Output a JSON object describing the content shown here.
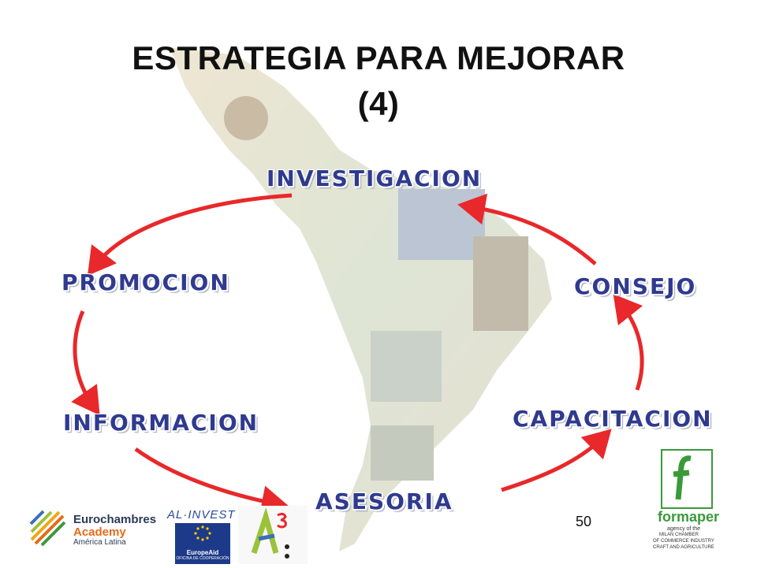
{
  "title": {
    "line1": "ESTRATEGIA PARA MEJORAR",
    "line2": "(4)"
  },
  "cycle_nodes": {
    "investigacion": "INVESTIGACION",
    "consejo": "CONSEJO",
    "capacitacion": "CAPACITACION",
    "asesoria": "ASESORIA",
    "informacion": "INFORMACION",
    "promocion": "PROMOCION"
  },
  "page_number": "50",
  "logos": {
    "eurochambres": {
      "line1": "Eurochambres",
      "line2": "Academy",
      "line3": "América Latina"
    },
    "alinvest": {
      "text": "AL·INVEST"
    },
    "europeaid": {
      "line1": "EuropeAid",
      "line2": "OFICINA DE COOPERACIÓN"
    },
    "formaper": {
      "name": "formaper",
      "tag1": "agency of the",
      "tag2": "MILAN CHAMBER",
      "tag3": "OF COMMERCE INDUSTRY",
      "tag4": "CRAFT AND AGRICULTURE"
    }
  },
  "colors": {
    "arrow": "#e8282a",
    "node_text": "#2f3a8f",
    "title": "#111111",
    "map_tint": "#c9b78c"
  }
}
